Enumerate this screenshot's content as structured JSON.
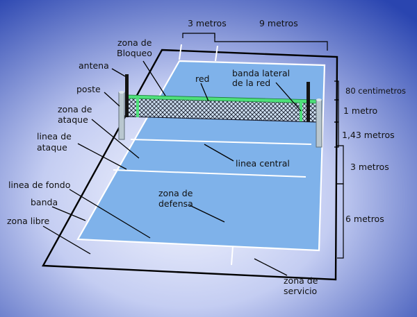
{
  "labels": {
    "antena": "antena",
    "poste": "poste",
    "zona_ataque": [
      "zona de",
      "ataque"
    ],
    "linea_ataque": [
      "linea de",
      "ataque"
    ],
    "linea_fondo": "linea de fondo",
    "banda": "banda",
    "zona_libre": "zona libre",
    "zona_bloqueo": [
      "zona de",
      "Bloqueo"
    ],
    "red": "red",
    "banda_lateral": [
      "banda lateral",
      "de la red"
    ],
    "linea_central": "linea central",
    "zona_defensa": [
      "zona de",
      "defensa"
    ],
    "zona_servicio": [
      "zona de",
      "servicio"
    ]
  },
  "dimensions": {
    "top_left": "3 metros",
    "top_right": "9 metros",
    "h80": "80 centimetros",
    "h1m": "1 metro",
    "h143": "1,43 metros",
    "h3m": "3 metros",
    "h6m": "6 metros"
  },
  "colors": {
    "background_outer": "#2a45b0",
    "background_inner": "#f4f6ff",
    "court": "#7fb2ea",
    "court_line": "#ffffff",
    "net_band": "#4ee07a",
    "post": "#b9c7cf",
    "antenna": "#141414"
  }
}
